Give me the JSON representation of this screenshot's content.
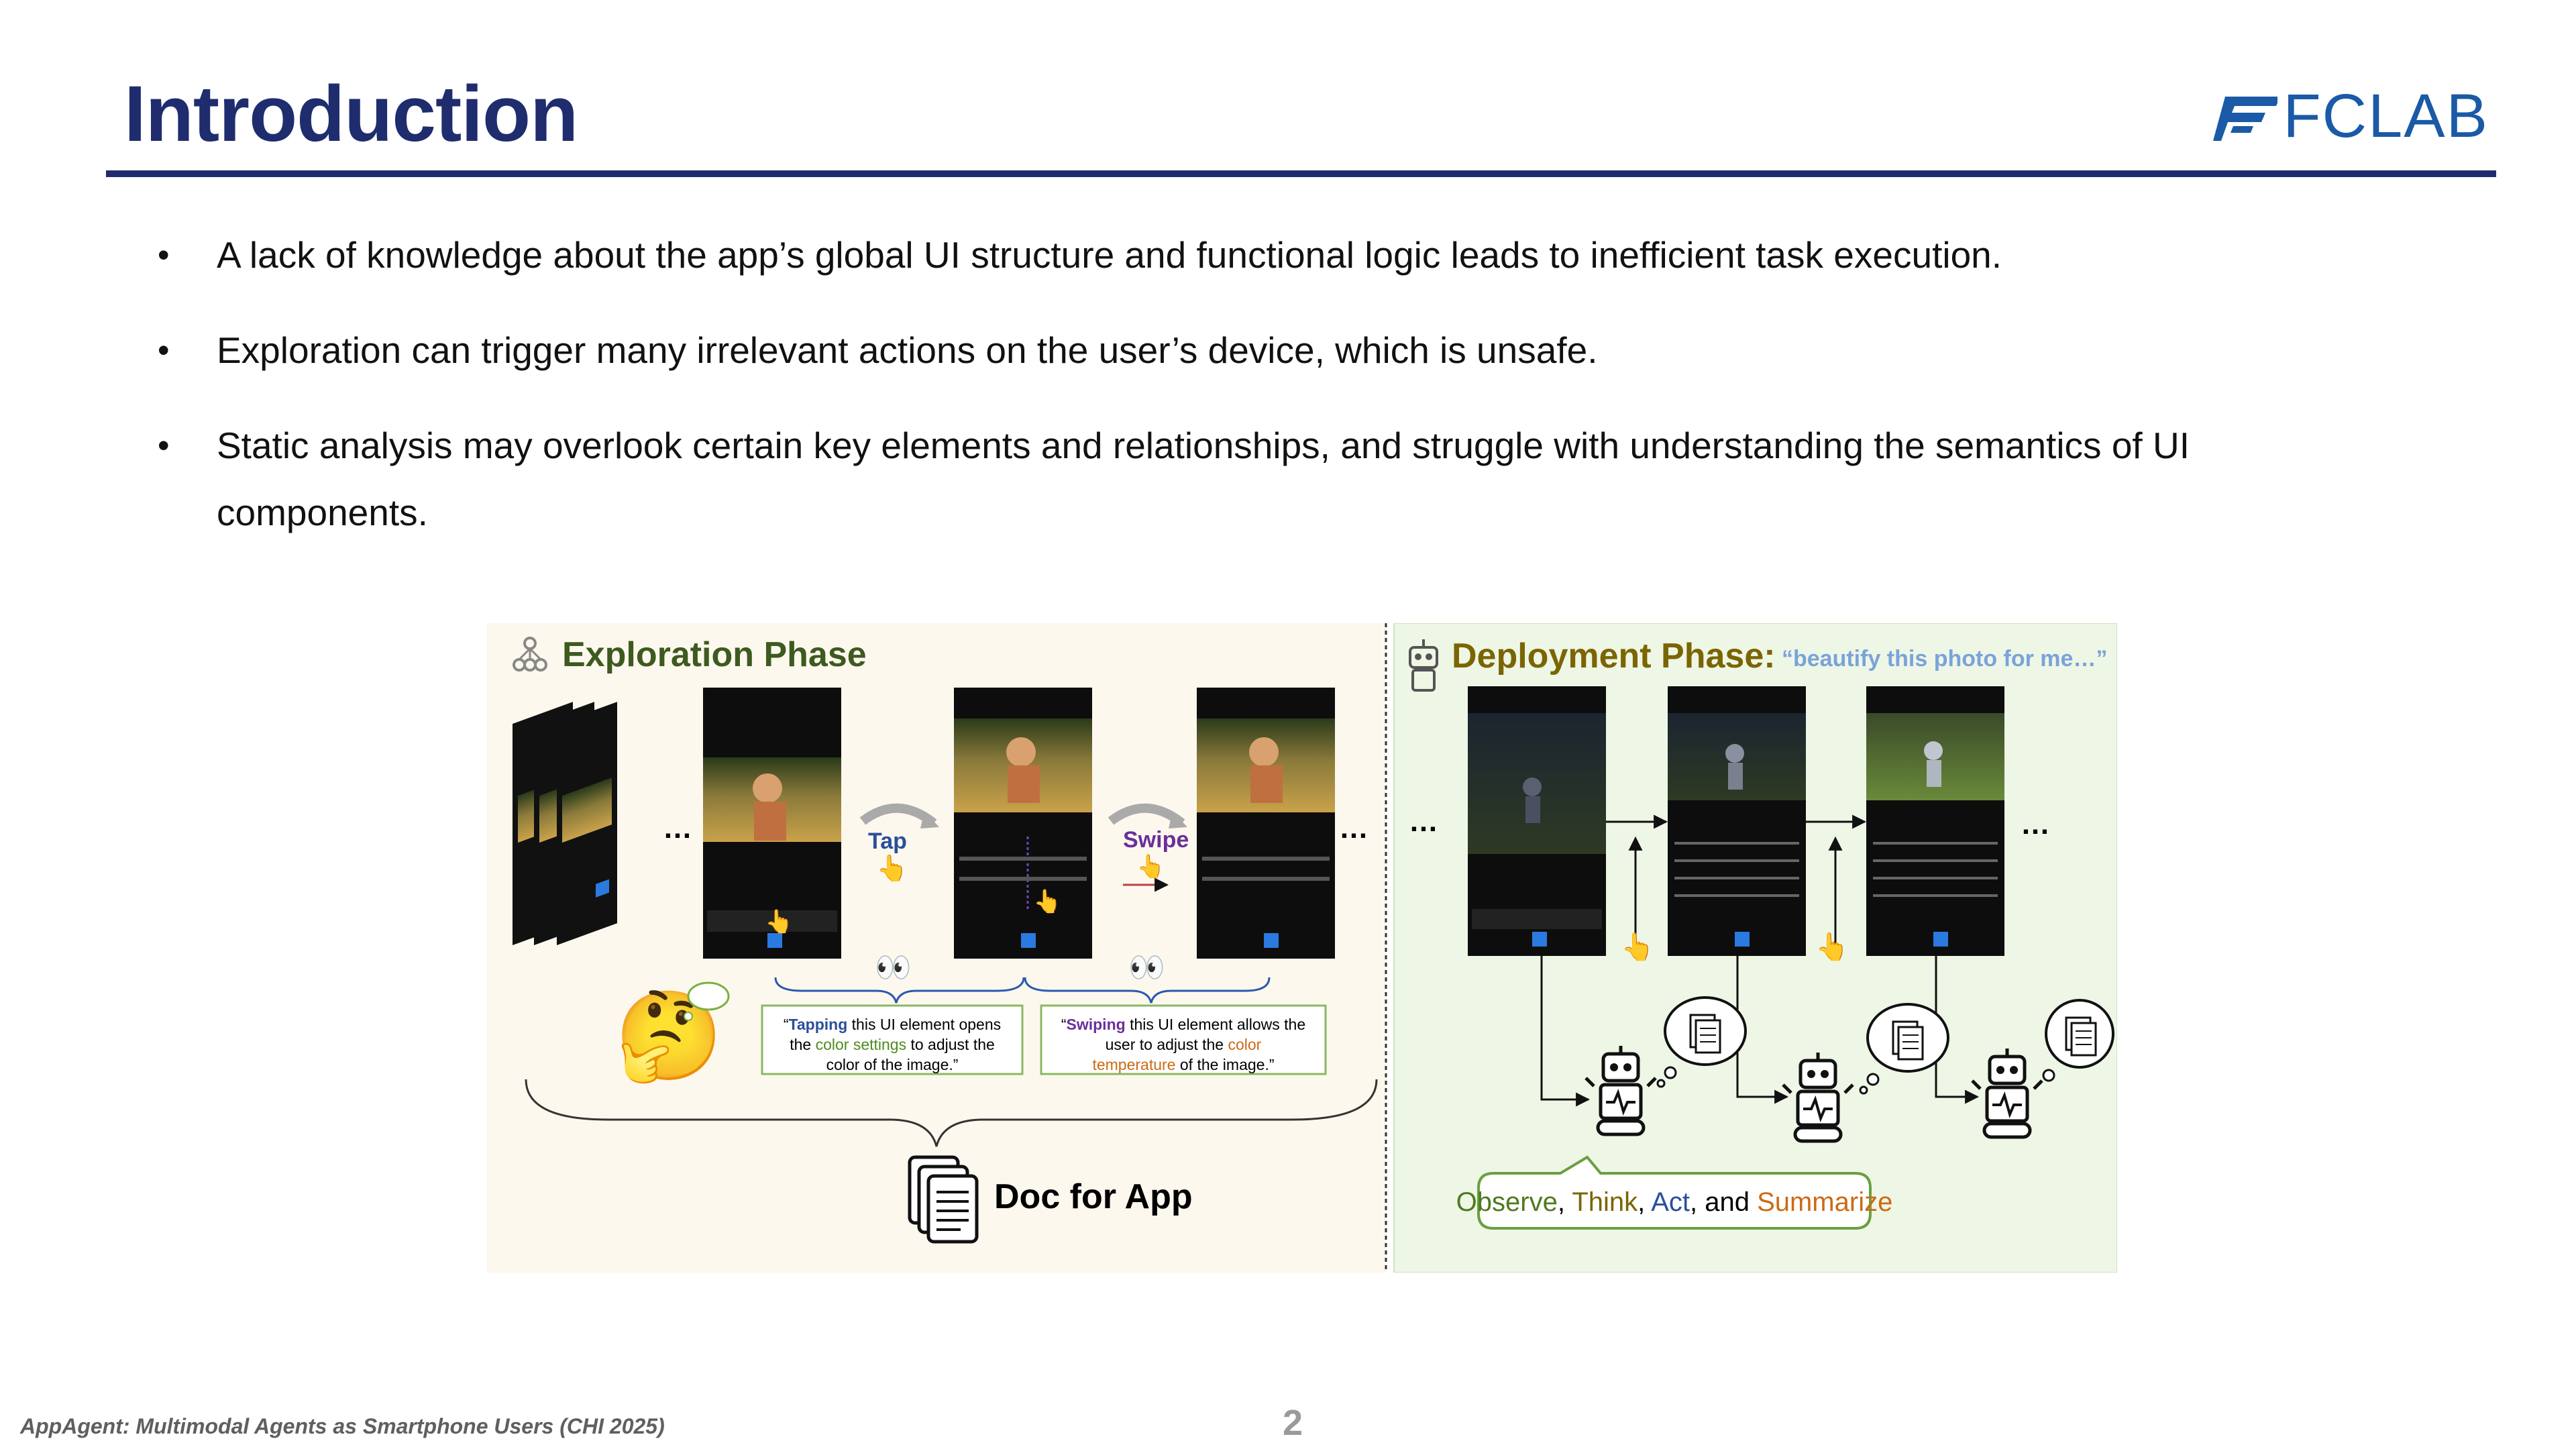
{
  "slide": {
    "title": "Introduction",
    "brand": "FCLAB",
    "bullets": [
      "A lack of knowledge about the app’s global UI structure and functional logic leads to inefficient task execution.",
      "Exploration can trigger many irrelevant actions on the user’s device, which is unsafe.",
      "Static analysis may overlook certain key elements and relationships, and struggle with understanding the semantics of UI components."
    ],
    "footnote": "AppAgent: Multimodal Agents as Smartphone Users (CHI 2025)",
    "page_number": "2"
  },
  "figure": {
    "exploration_title": "Exploration Phase",
    "deployment_title": "Deployment Phase:",
    "deployment_query": "“beautify this photo for me…”",
    "ellipsis": "…",
    "tap_label": "Tap",
    "swipe_label": "Swipe",
    "tap_doc": {
      "open_quote": "“",
      "verb": "Tapping",
      "part1": " this UI element opens",
      "part2": "the ",
      "highlight": "color settings",
      "part3": " to adjust the",
      "part4": "color of the image.”"
    },
    "swipe_doc": {
      "open_quote": "“",
      "verb": "Swiping",
      "part1": " this UI element allows the",
      "part2": "user to adjust the ",
      "highlight1": "color",
      "highlight2": "temperature",
      "part3": " of the image.”"
    },
    "doc_for_app": "Doc for App",
    "loop": {
      "observe": "Observe",
      "sep1": ", ",
      "think": "Think",
      "sep2": ", ",
      "act": "Act",
      "sep3": ", and ",
      "summarize": "Summarize"
    },
    "colors": {
      "exploration_bg": "#fdf8ee",
      "deployment_bg": "#eef6e6",
      "exploration_title": "#3d5a1f",
      "deployment_title": "#7a6500",
      "query": "#7aa3d9",
      "tap": "#2a4f9a",
      "swipe": "#6a2f9a",
      "green": "#4f8a1f",
      "orange": "#cc6a14",
      "slide_title": "#1f2d6e"
    }
  }
}
